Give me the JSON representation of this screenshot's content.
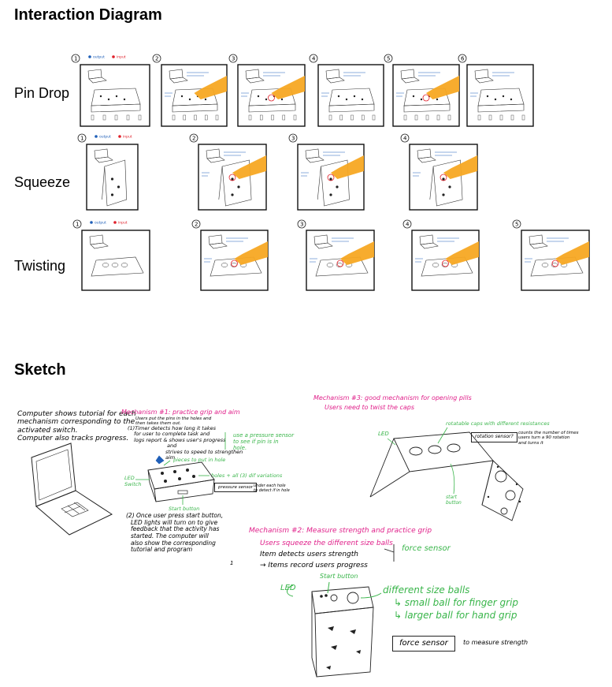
{
  "headings": {
    "interaction": "Interaction Diagram",
    "sketch": "Sketch"
  },
  "rows": [
    {
      "label": "Pin Drop",
      "panel_count": 6
    },
    {
      "label": "Squeeze",
      "panel_count": 4
    },
    {
      "label": "Twisting",
      "panel_count": 5
    }
  ],
  "legend": {
    "output": "output",
    "input": "input"
  },
  "colors": {
    "output": "#1f5fb8",
    "input": "#e0202a",
    "mechanism": "#e0208a",
    "annotation": "#39b54a",
    "hand": "#f7a823"
  },
  "sketch": {
    "computer_note": [
      "Computer shows tutorial for each",
      "mechanism corresponding to the",
      "activated switch.",
      "Computer also tracks progress."
    ],
    "m1": {
      "title": "Mechanism #1: practice grip and aim",
      "subtitle": [
        "Users put the pins in the holes and",
        "then takes them out."
      ],
      "step1": [
        "(1)Timer detects how long it takes",
        "for user to complete task and",
        "logs report & shows user's progress",
        "and",
        "strives to speed to strengthen",
        "aim"
      ],
      "pieces": "pieces to put in hole",
      "sensor": [
        "use a pressure sensor",
        "to see if pin is in",
        "hole."
      ],
      "holes": "holes + all (3) dif variations",
      "led": "LED",
      "switch": "Switch",
      "box_label": "pressure sensor",
      "under": [
        "under each hole",
        "to detect if in hole"
      ],
      "start": "Start button",
      "step2": [
        "(2) Once user press start button,",
        "LED lights will turn on to give",
        "feedback that the activity has",
        "started. The computer will",
        "also show the corresponding",
        "tutorial and program"
      ],
      "page_num": "1"
    },
    "m3": {
      "title": "Mechanism #3: good mechanism for opening pills",
      "subtitle": "Users need to twist the caps",
      "led": "LED",
      "caps": "rotatable caps with different resistances",
      "box_label": "rotation sensor?",
      "counts": [
        "counts the number of times",
        "users turn a 90 rotation",
        "and turns it"
      ],
      "start": [
        "start",
        "button"
      ]
    },
    "m2": {
      "title": "Mechanism #2: Measure strength and practice grip",
      "line1": "Users squeeze the different size balls",
      "line2": "Item detects users strength",
      "line3": "→ Items record users progress",
      "force": "force sensor",
      "led": "LED",
      "start": "Start button",
      "balls": "different size balls",
      "small": "↳ small ball for finger grip",
      "large": "↳ larger ball for hand grip",
      "box_label": "force sensor",
      "measure": "to measure strength"
    }
  }
}
